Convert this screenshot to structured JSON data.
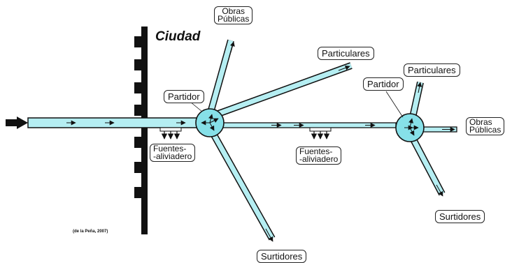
{
  "title": "Ciudad",
  "credit": "(de la Peña, 2007)",
  "labels": {
    "obras_publicas_top_1": "Obras",
    "obras_publicas_top_2": "Públicas",
    "particulares_1": "Particulares",
    "partidor_1": "Partidor",
    "fuentes_1_line1": "Fuentes-",
    "fuentes_1_line2": "-aliviadero",
    "fuentes_2_line1": "Fuentes-",
    "fuentes_2_line2": "-aliviadero",
    "surtidores_1": "Surtidores",
    "partidor_2": "Partidor",
    "particulares_2": "Particulares",
    "obras_publicas_right_1": "Obras",
    "obras_publicas_right_2": "Públicas",
    "surtidores_2": "Surtidores"
  },
  "colors": {
    "pipe_fill": "#b5eef2",
    "pipe_stroke": "#111111",
    "node_fill": "#86e0e8",
    "wall": "#111111"
  }
}
